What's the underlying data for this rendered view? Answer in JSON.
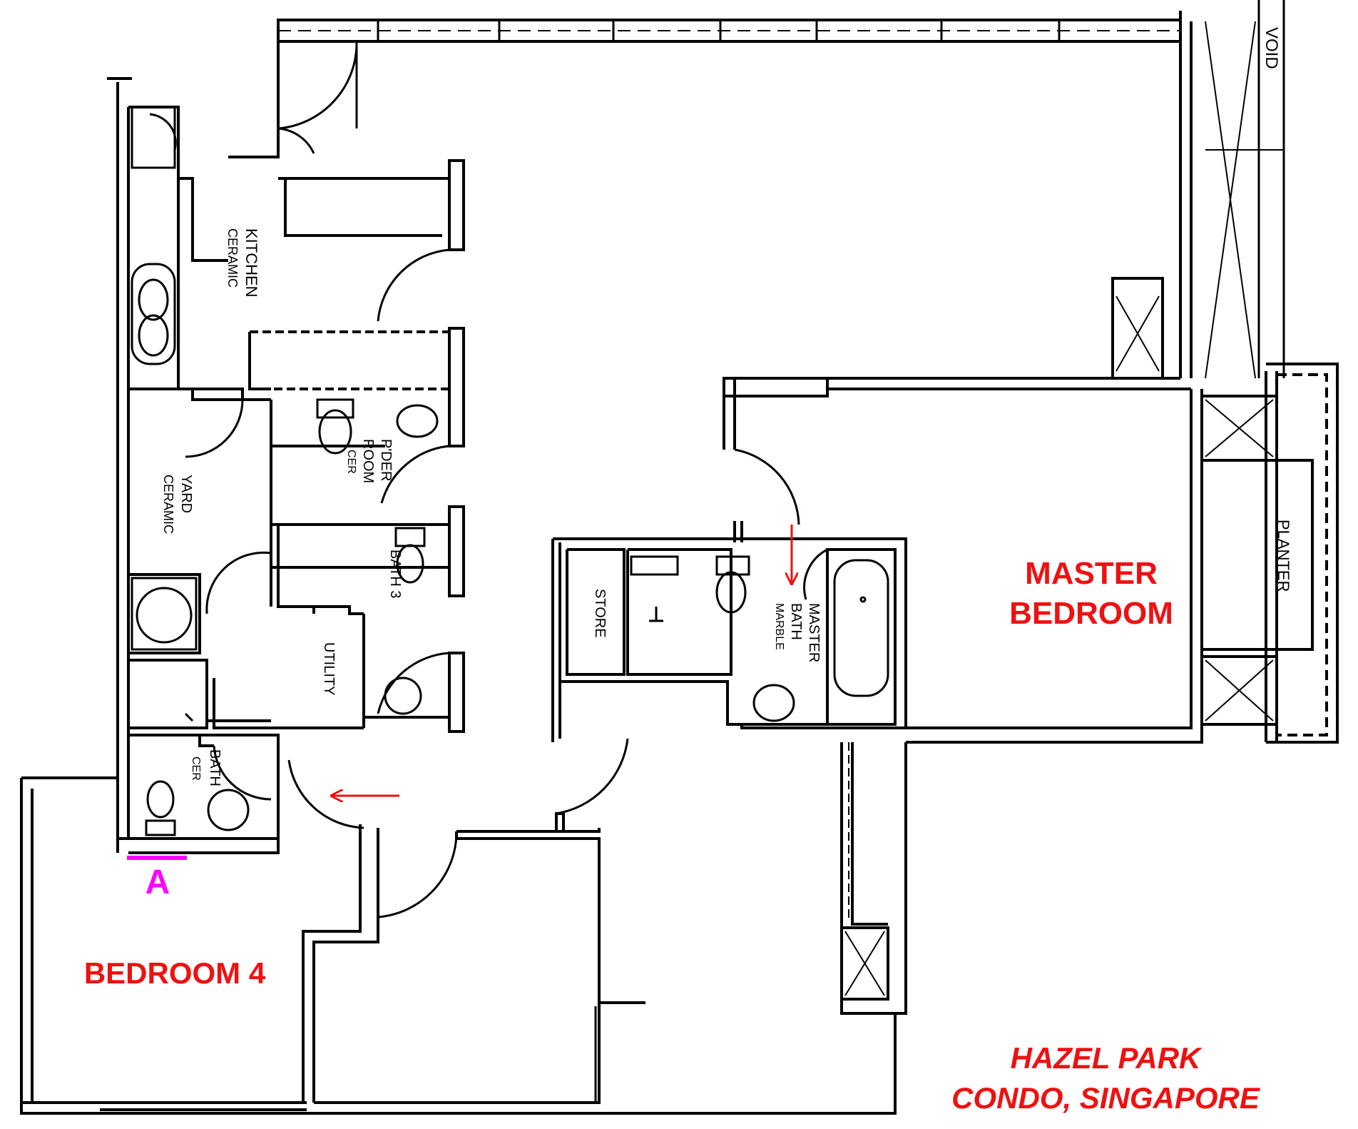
{
  "labels": {
    "void": "VOID",
    "kitchen": "KITCHEN",
    "kitchen_finish": "CERAMIC",
    "yard": "YARD",
    "yard_finish": "CERAMIC",
    "powder_room_1": "P'DER",
    "powder_room_2": "ROOM",
    "powder_room_finish": "CER",
    "bath3": "BATH 3",
    "utility": "UTILITY",
    "bath": "BATH",
    "bath_finish": "CER",
    "store": "STORE",
    "master_bath_1": "MASTER",
    "master_bath_2": "BATH",
    "master_bath_finish": "MARBLE",
    "planter": "PLANTER",
    "master_bedroom_1": "MASTER",
    "master_bedroom_2": "BEDROOM",
    "bedroom4": "BEDROOM 4",
    "marker_a": "A",
    "caption_1": "HAZEL PARK",
    "caption_2": "CONDO, SINGAPORE"
  },
  "colors": {
    "annotation": "#ee1111",
    "marker": "#ff00ff",
    "lines": "#000000"
  }
}
